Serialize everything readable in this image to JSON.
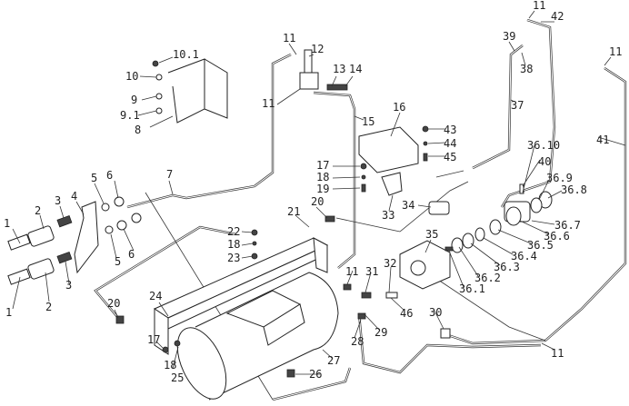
{
  "diagram": {
    "type": "exploded parts diagram",
    "line_color": "#222222",
    "background": "#ffffff",
    "labels": [
      "1",
      "1",
      "2",
      "2",
      "3",
      "3",
      "4",
      "5",
      "5",
      "6",
      "6",
      "7",
      "8",
      "9",
      "9.1",
      "10",
      "10.1",
      "11",
      "12",
      "13",
      "14",
      "11",
      "15",
      "16",
      "17",
      "18",
      "19",
      "20",
      "21",
      "22",
      "18",
      "23",
      "24",
      "20",
      "17",
      "18",
      "25",
      "26",
      "27",
      "28",
      "29",
      "30",
      "31",
      "32",
      "11",
      "46",
      "33",
      "34",
      "35",
      "36.1",
      "36.2",
      "36.3",
      "36.4",
      "36.5",
      "36.6",
      "36.7",
      "36.8",
      "36.9",
      "36.10",
      "40",
      "37",
      "39",
      "38",
      "11",
      "42",
      "11",
      "41",
      "43",
      "44",
      "45",
      "11"
    ]
  }
}
